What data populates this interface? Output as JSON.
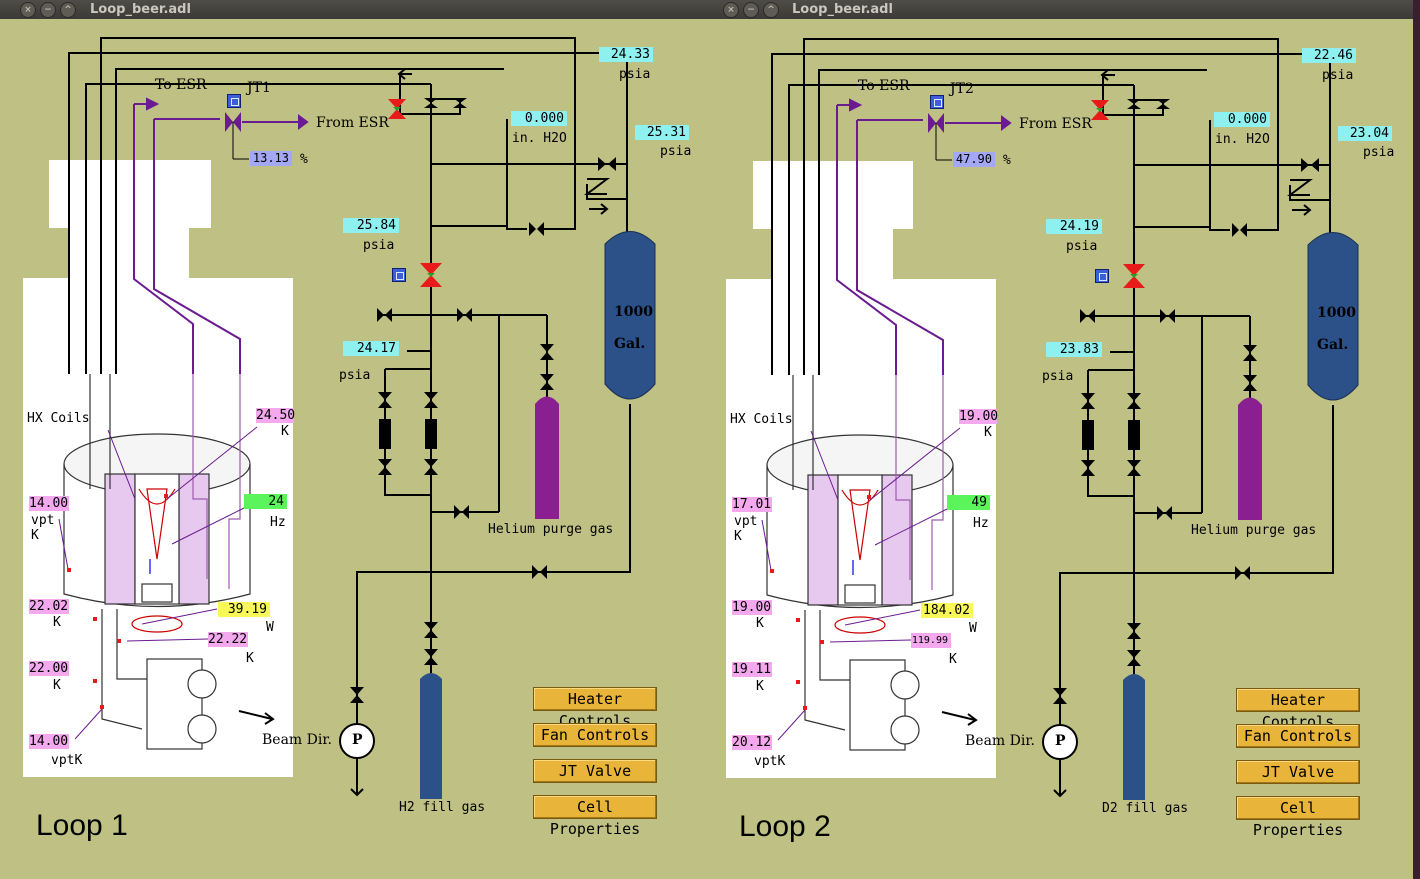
{
  "windows": [
    {
      "title": "Loop_beer.adl",
      "loop_label": "Loop 1",
      "jt_label": "JT1",
      "jt_percent": "13.13",
      "to_esr": "To ESR",
      "from_esr": "From ESR",
      "p_top": "24.33",
      "p_h2o": "0.000",
      "p_tank": "25.31",
      "p_mid": "25.84",
      "p_low": "24.17",
      "t_hx": "24.50",
      "fan_hz": "24",
      "vpt_top": "14.00",
      "t_left1": "22.02",
      "heater_w": "39.19",
      "t_right2": "22.22",
      "t_left2": "22.00",
      "vpt_bottom": "14.00",
      "tank_label": "1000",
      "tank_unit": "Gal.",
      "purge_label": "Helium purge gas",
      "fill_label": "H2 fill gas"
    },
    {
      "title": "Loop_beer.adl",
      "loop_label": "Loop 2",
      "jt_label": "JT2",
      "jt_percent": "47.90",
      "to_esr": "To ESR",
      "from_esr": "From ESR",
      "p_top": "22.46",
      "p_h2o": "0.000",
      "p_tank": "23.04",
      "p_mid": "24.19",
      "p_low": "23.83",
      "t_hx": "19.00",
      "fan_hz": "49",
      "vpt_top": "17.01",
      "t_left1": "19.00",
      "heater_w": "184.02",
      "t_right2": "119.99",
      "t_left2": "19.11",
      "vpt_bottom": "20.12",
      "tank_label": "1000",
      "tank_unit": "Gal.",
      "purge_label": "Helium purge gas",
      "fill_label": "D2 fill gas"
    }
  ],
  "units": {
    "psia": "psia",
    "h2o": "in. H2O",
    "pct": "%",
    "k": "K",
    "hz": "Hz",
    "w": "W",
    "vpt": "vpt",
    "vptk": "vptK",
    "hx_coils": "HX Coils",
    "beam_dir": "Beam Dir.",
    "pump": "P"
  },
  "buttons": {
    "heater": "Heater Controls",
    "fan": "Fan Controls",
    "jt": "JT Valve",
    "cell": "Cell Properties"
  },
  "titlebar_buttons": [
    "×",
    "−",
    "^"
  ],
  "colors": {
    "panel_bg": "#bfc184",
    "cyan_readout": "#8ff0f0",
    "pink_readout": "#f4a8ee",
    "green_readout": "#5bf55b",
    "yellow_readout": "#f8f858",
    "button_orange": "#e8b43a",
    "tank_blue": "#2b5188",
    "purge_purple": "#8a1f92",
    "valve_red": "#e81a1a"
  }
}
